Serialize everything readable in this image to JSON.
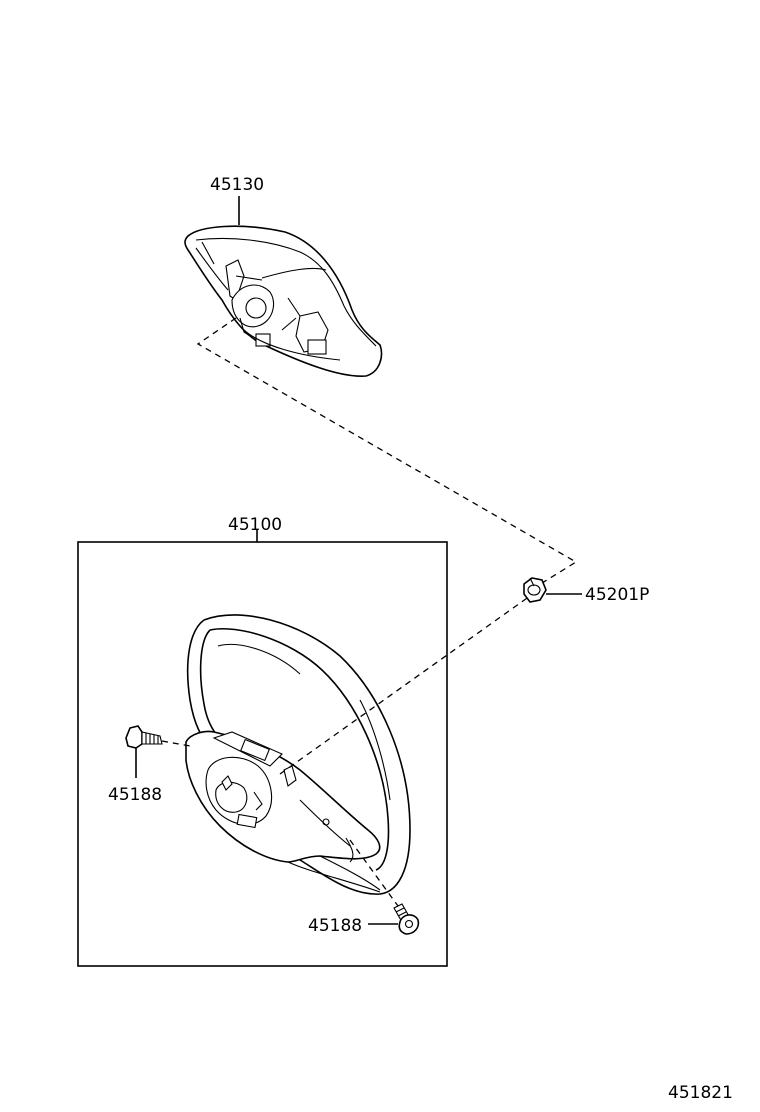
{
  "diagram": {
    "labels": {
      "pad": "45130",
      "wheel_assembly": "45100",
      "nut": "45201P",
      "bolt_left": "45188",
      "bolt_right": "45188",
      "figure_code": "451821"
    },
    "colors": {
      "line": "#000000",
      "background": "#ffffff"
    }
  }
}
